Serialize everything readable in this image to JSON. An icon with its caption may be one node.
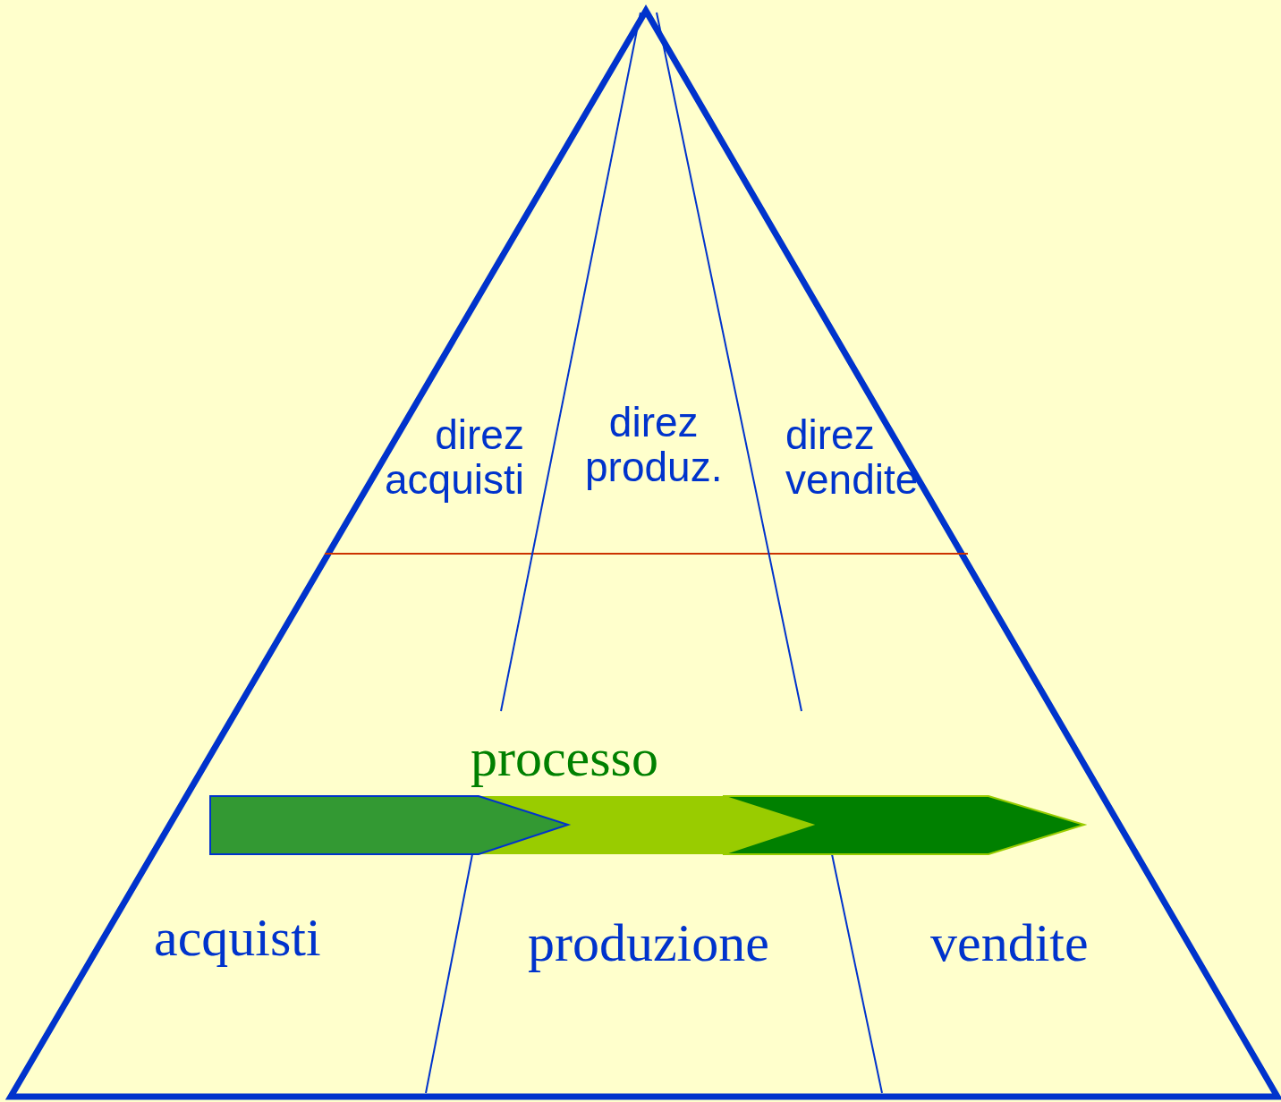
{
  "diagram": {
    "labels": [
      "direz acquisti",
      "direz produz.",
      "direz vendite",
      "processo",
      "acquisti",
      "produzione",
      "vendite"
    ]
  }
}
